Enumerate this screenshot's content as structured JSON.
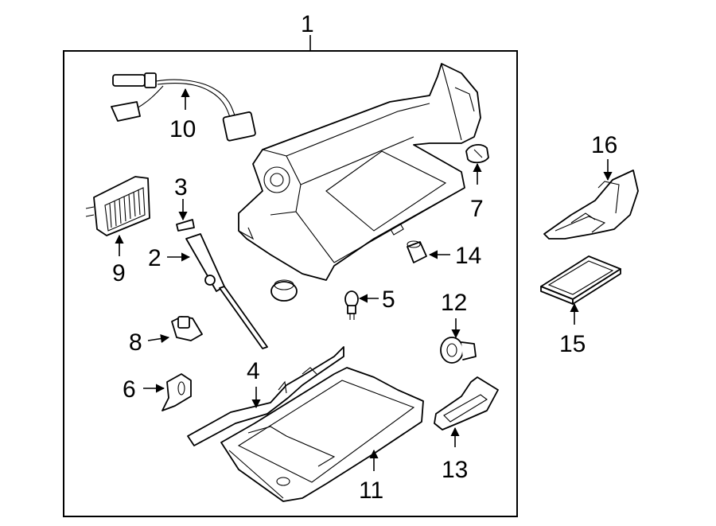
{
  "diagram": {
    "assembly_label": "1",
    "callouts": [
      "2",
      "3",
      "4",
      "5",
      "6",
      "7",
      "8",
      "9",
      "10",
      "11",
      "12",
      "13",
      "14",
      "15",
      "16"
    ]
  }
}
